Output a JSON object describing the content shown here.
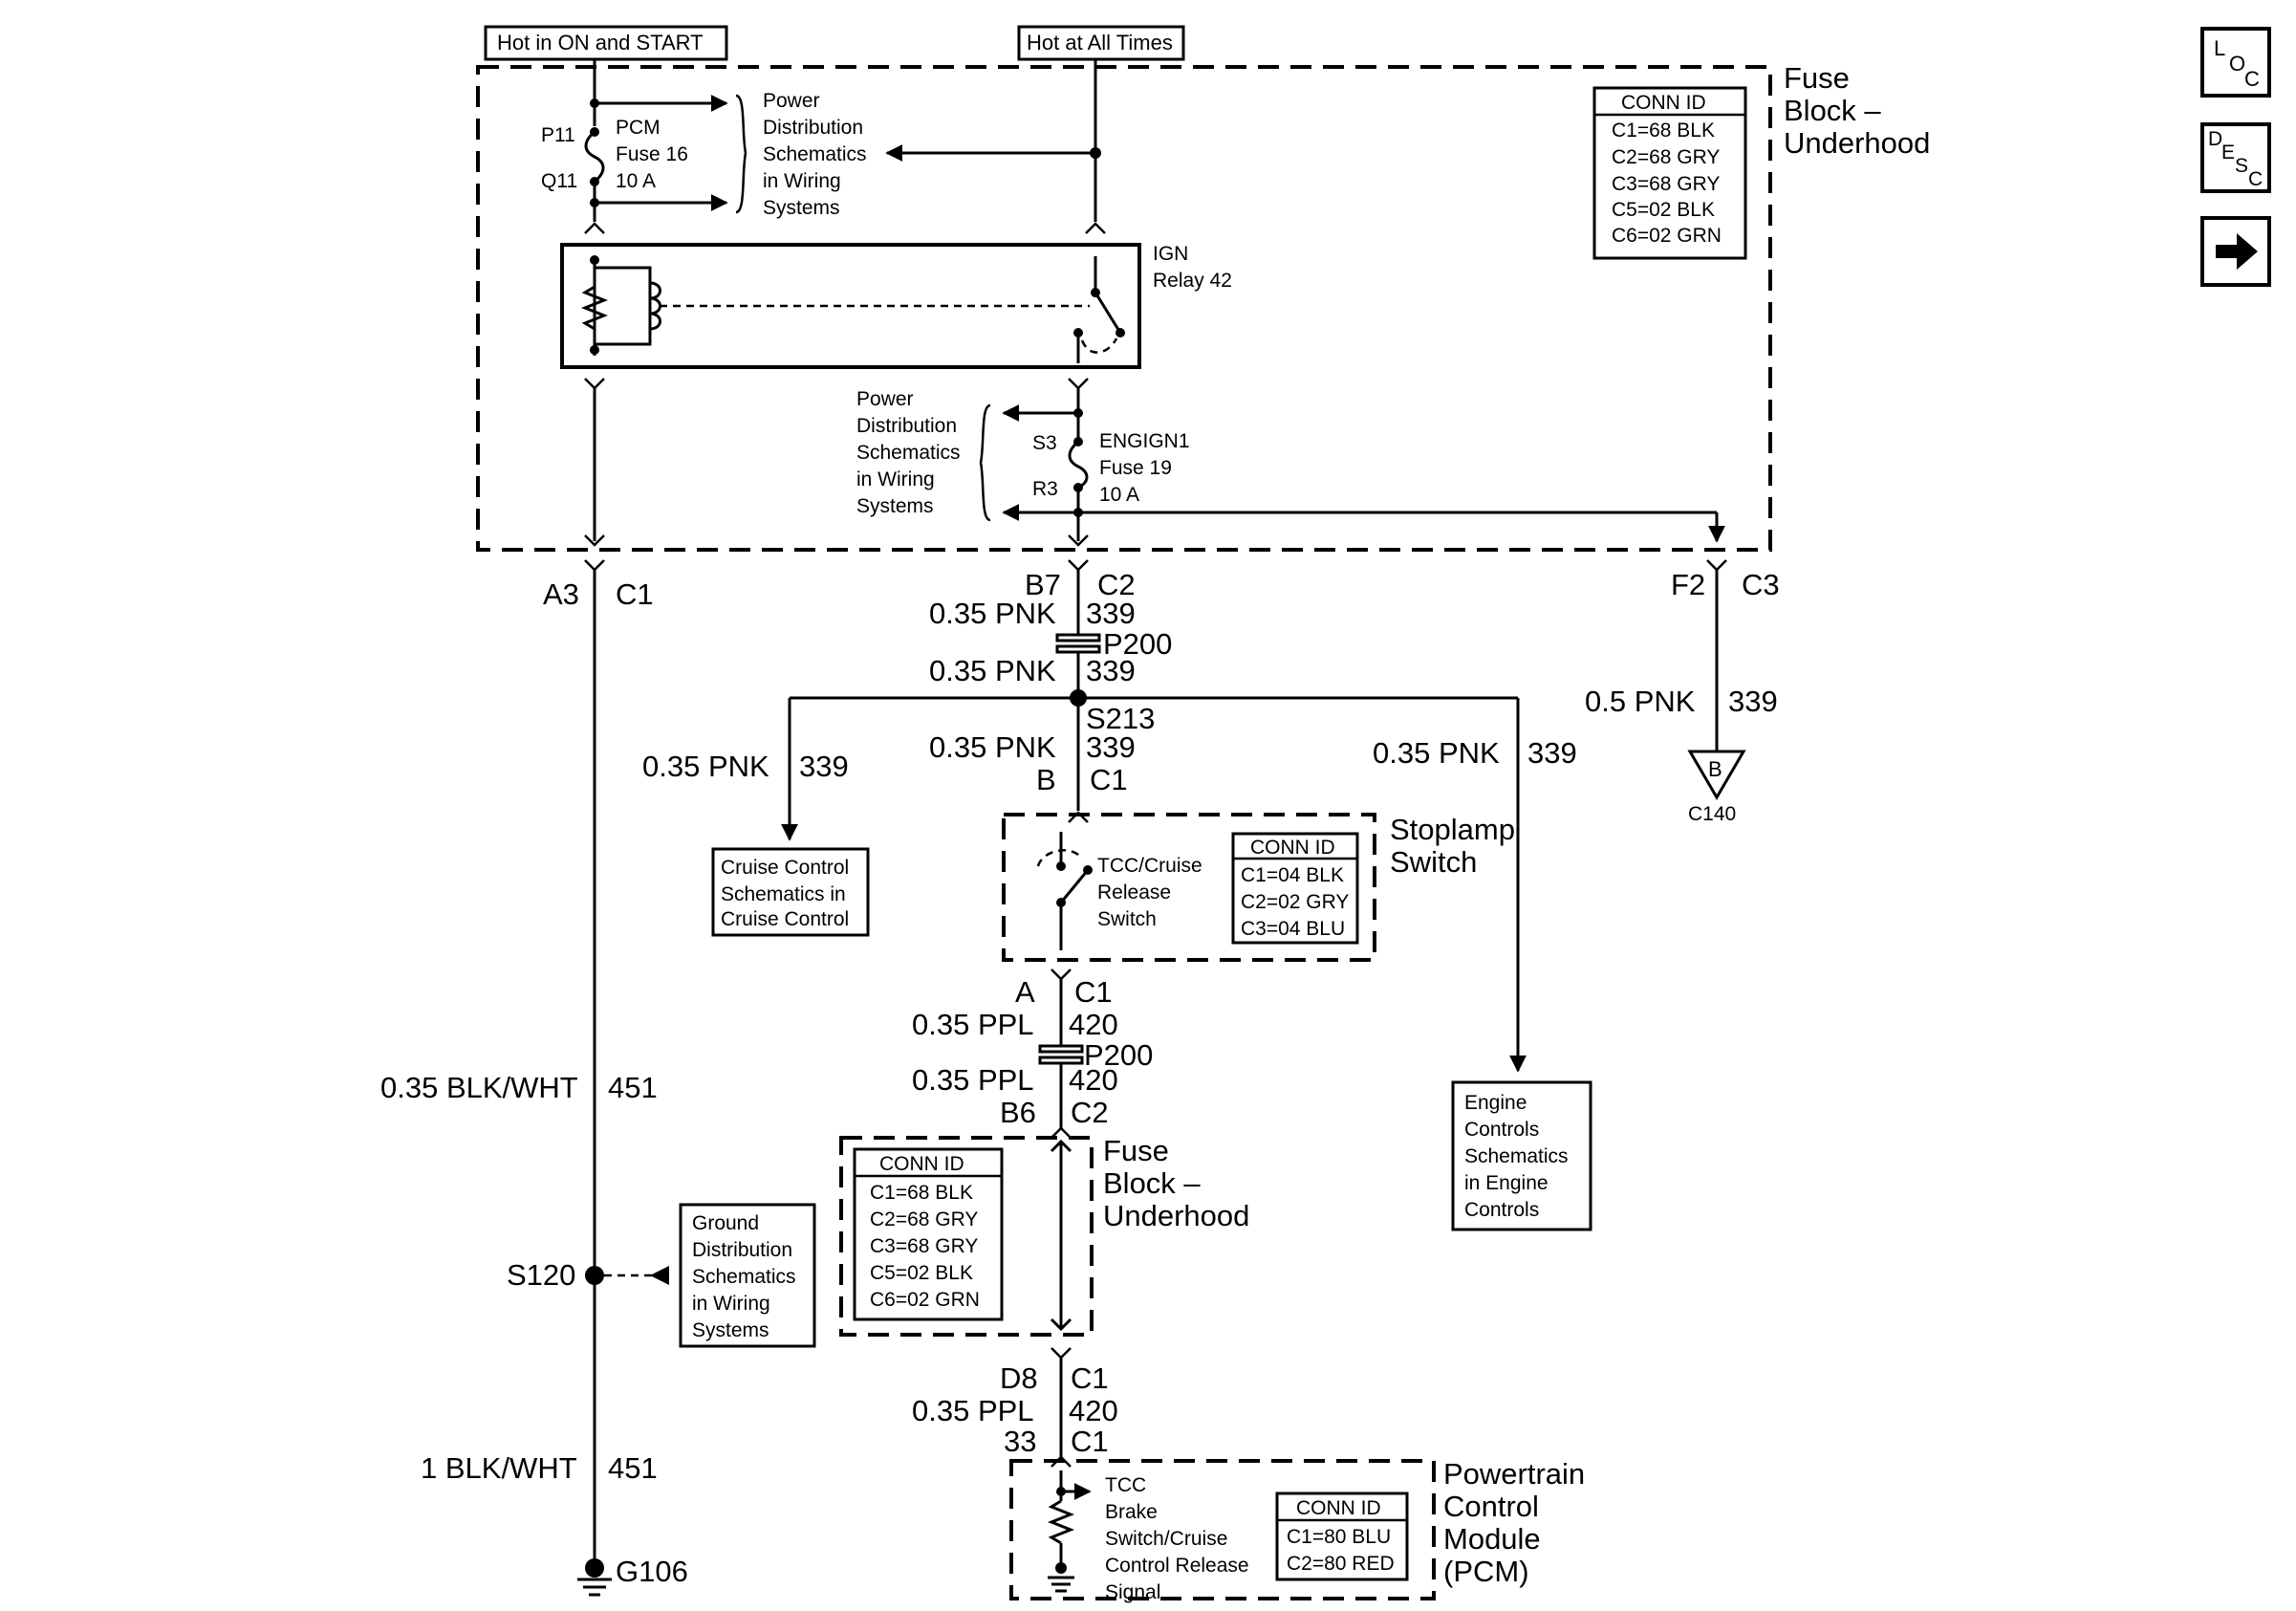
{
  "nav": {
    "loc": {
      "l1": "L",
      "l2": "O",
      "l3": "C"
    },
    "desc": {
      "l1": "D",
      "l2": "E",
      "l3": "S",
      "l4": "C"
    },
    "next_icon": "arrow-right-icon"
  },
  "power_labels": {
    "hot_on_start": "Hot in ON and START",
    "hot_all_times": "Hot at All Times"
  },
  "fuse_block_top": {
    "title_1": "Fuse",
    "title_2": "Block –",
    "title_3": "Underhood",
    "conn_header": "CONN ID",
    "conn_rows": [
      "C1=68 BLK",
      "C2=68 GRY",
      "C3=68 GRY",
      "C5=02 BLK",
      "C6=02 GRN"
    ],
    "pcm_fuse": {
      "pin_top": "P11",
      "pin_bot": "Q11",
      "name": "PCM",
      "fuse": "Fuse 16",
      "amps": "10 A"
    },
    "pd_top": [
      "Power",
      "Distribution",
      "Schematics",
      "in Wiring",
      "Systems"
    ],
    "relay": {
      "line1": "IGN",
      "line2": "Relay 42"
    },
    "engign_fuse": {
      "pin_top": "S3",
      "pin_bot": "R3",
      "name": "ENGIGN1",
      "fuse": "Fuse 19",
      "amps": "10 A"
    },
    "pd_mid": [
      "Power",
      "Distribution",
      "Schematics",
      "in Wiring",
      "Systems"
    ]
  },
  "connectors": {
    "a3": "A3",
    "a3c": "C1",
    "b7": "B7",
    "b7c": "C2",
    "f2": "F2",
    "f2c": "C3",
    "sw_b": "B",
    "sw_bc": "C1",
    "sw_a": "A",
    "sw_ac": "C1",
    "b6": "B6",
    "b6c": "C2",
    "d8": "D8",
    "d8c": "C1",
    "pcm_pin": "33",
    "pcm_pinc": "C1"
  },
  "wires": {
    "w1_gauge": "0.35 PNK",
    "w1_circ": "339",
    "p200_a": "P200",
    "w2_gauge": "0.35 PNK",
    "w2_circ": "339",
    "splice_s213": "S213",
    "w3_gauge": "0.35 PNK",
    "w3_circ": "339",
    "wl_gauge": "0.35 PNK",
    "wl_circ": "339",
    "wr_gauge": "0.35 PNK",
    "wr_circ": "339",
    "wf_gauge": "0.5 PNK",
    "wf_circ": "339",
    "w4_gauge": "0.35 PPL",
    "w4_circ": "420",
    "p200_b": "P200",
    "w5_gauge": "0.35 PPL",
    "w5_circ": "420",
    "w6_gauge": "0.35 PPL",
    "w6_circ": "420",
    "g1_gauge": "0.35 BLK/WHT",
    "g1_circ": "451",
    "g2_gauge": "1 BLK/WHT",
    "g2_circ": "451",
    "splice_s120": "S120",
    "ground_g106": "G106"
  },
  "c140": {
    "letter": "B",
    "label": "C140"
  },
  "cruise_box": [
    "Cruise Control",
    "Schematics in",
    "Cruise Control"
  ],
  "engine_box": [
    "Engine",
    "Controls",
    "Schematics",
    "in Engine",
    "Controls"
  ],
  "ground_box": [
    "Ground",
    "Distribution",
    "Schematics",
    "in Wiring",
    "Systems"
  ],
  "stoplamp": {
    "title_1": "Stoplamp",
    "title_2": "Switch",
    "switch_lines": [
      "TCC/Cruise",
      "Release",
      "Switch"
    ],
    "conn_header": "CONN ID",
    "conn_rows": [
      "C1=04 BLK",
      "C2=02 GRY",
      "C3=04 BLU"
    ]
  },
  "fuse_block_bot": {
    "title_1": "Fuse",
    "title_2": "Block –",
    "title_3": "Underhood",
    "conn_header": "CONN ID",
    "conn_rows": [
      "C1=68 BLK",
      "C2=68 GRY",
      "C3=68 GRY",
      "C5=02 BLK",
      "C6=02 GRN"
    ]
  },
  "pcm": {
    "title": [
      "Powertrain",
      "Control",
      "Module",
      "(PCM)"
    ],
    "signal": [
      "TCC",
      "Brake",
      "Switch/Cruise",
      "Control Release",
      "Signal"
    ],
    "conn_header": "CONN ID",
    "conn_rows": [
      "C1=80 BLU",
      "C2=80 RED"
    ]
  }
}
